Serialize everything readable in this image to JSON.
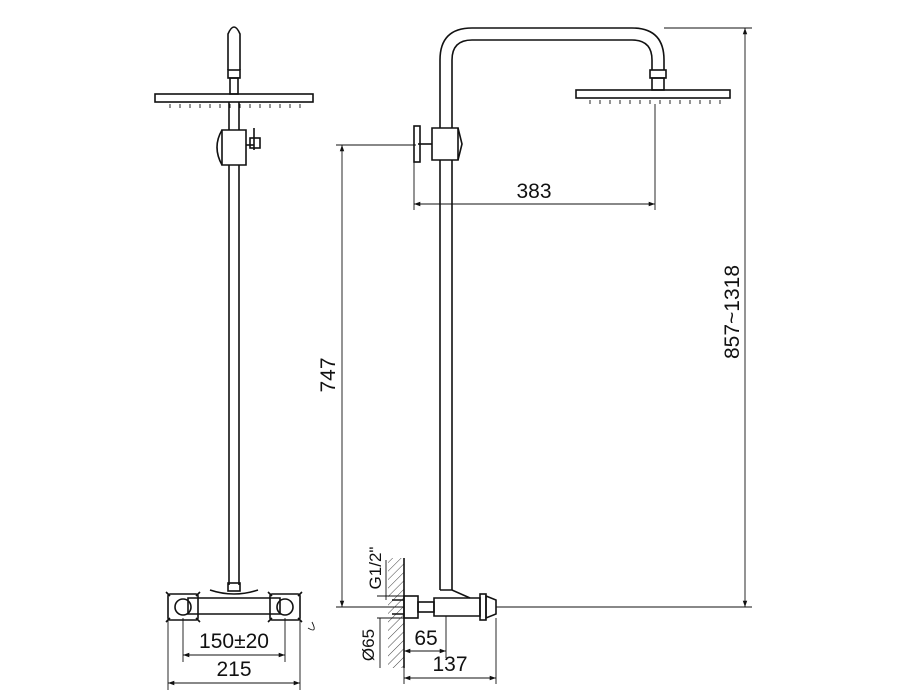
{
  "dimensions": {
    "spacing_range": "150±20",
    "front_width": "215",
    "pipe_height": "747",
    "arm_reach": "383",
    "total_height_range": "857~1318",
    "thread": "G1/2\"",
    "diameter": "Ø65",
    "wall_offset": "65",
    "depth": "137"
  }
}
